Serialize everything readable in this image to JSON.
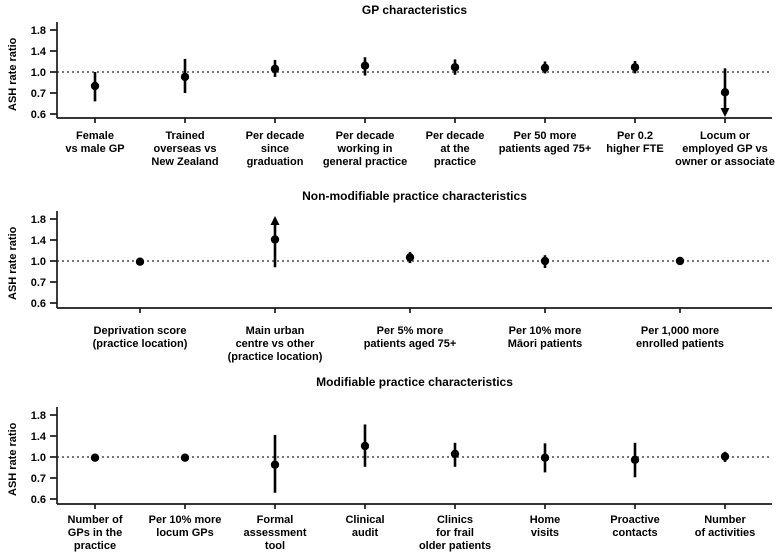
{
  "figure": {
    "colors": {
      "background": "#ffffff",
      "marker": "#000000",
      "axis": "#1a1a1a",
      "reference_line": "#4a4a4a",
      "text": "#000000"
    }
  },
  "chart_data": [
    {
      "type": "scatter",
      "subtype": "forest_plot",
      "title": "GP characteristics",
      "ylabel": "ASH rate ratio",
      "ylim": [
        0.6,
        1.8
      ],
      "ytick_values": [
        1.8,
        1.4,
        1.0,
        0.7,
        0.6
      ],
      "ytick_labels": [
        "1.8",
        "1.4",
        "1.0",
        "0.7",
        "0.6"
      ],
      "reference_line": 1.0,
      "grid": false,
      "points": [
        {
          "label_lines": [
            "Female",
            "vs male GP"
          ],
          "estimate": 0.8,
          "ci_low": 0.66,
          "ci_high": 1.0
        },
        {
          "label_lines": [
            "Trained",
            "overseas vs",
            "New Zealand"
          ],
          "estimate": 0.93,
          "ci_low": 0.7,
          "ci_high": 1.25
        },
        {
          "label_lines": [
            "Per decade",
            "since",
            "graduation"
          ],
          "estimate": 1.06,
          "ci_low": 0.93,
          "ci_high": 1.23
        },
        {
          "label_lines": [
            "Per decade",
            "working in",
            "general practice"
          ],
          "estimate": 1.12,
          "ci_low": 0.95,
          "ci_high": 1.28
        },
        {
          "label_lines": [
            "Per decade",
            "at the",
            "practice"
          ],
          "estimate": 1.09,
          "ci_low": 0.96,
          "ci_high": 1.24
        },
        {
          "label_lines": [
            "Per 50 more",
            "patients aged 75+"
          ],
          "estimate": 1.08,
          "ci_low": 0.98,
          "ci_high": 1.2
        },
        {
          "label_lines": [
            "Per 0.2",
            "higher FTE"
          ],
          "estimate": 1.09,
          "ci_low": 0.98,
          "ci_high": 1.21
        },
        {
          "label_lines": [
            "Locum or",
            "employed GP vs",
            "owner or associate"
          ],
          "estimate": 0.71,
          "ci_low": 0.6,
          "ci_low_truncated": true,
          "ci_high": 1.07
        }
      ]
    },
    {
      "type": "scatter",
      "subtype": "forest_plot",
      "title": "Non-modifiable practice characteristics",
      "ylabel": "ASH rate ratio",
      "ylim": [
        0.6,
        1.8
      ],
      "ytick_values": [
        1.8,
        1.4,
        1.0,
        0.7,
        0.6
      ],
      "ytick_labels": [
        "1.8",
        "1.4",
        "1.0",
        "0.7",
        "0.6"
      ],
      "reference_line": 1.0,
      "grid": false,
      "points": [
        {
          "label_lines": [
            "Deprivation score",
            "(practice location)"
          ],
          "estimate": 0.99,
          "ci_low": 0.97,
          "ci_high": 1.01
        },
        {
          "label_lines": [
            "Main urban",
            "centre vs other",
            "(practice location)"
          ],
          "estimate": 1.41,
          "ci_low": 0.91,
          "ci_high": 1.8,
          "ci_high_truncated": true
        },
        {
          "label_lines": [
            "Per 5% more",
            "patients aged 75+"
          ],
          "estimate": 1.07,
          "ci_low": 0.97,
          "ci_high": 1.17
        },
        {
          "label_lines": [
            "Per 10% more",
            "Māori patients"
          ],
          "estimate": 1.0,
          "ci_low": 0.9,
          "ci_high": 1.11
        },
        {
          "label_lines": [
            "Per 1,000 more",
            "enrolled patients"
          ],
          "estimate": 1.0,
          "ci_low": 0.99,
          "ci_high": 1.02
        }
      ]
    },
    {
      "type": "scatter",
      "subtype": "forest_plot",
      "title": "Modifiable practice characteristics",
      "ylabel": "ASH rate ratio",
      "ylim": [
        0.6,
        1.8
      ],
      "ytick_values": [
        1.8,
        1.4,
        1.0,
        0.7,
        0.6
      ],
      "ytick_labels": [
        "1.8",
        "1.4",
        "1.0",
        "0.7",
        "0.6"
      ],
      "reference_line": 1.0,
      "grid": false,
      "points": [
        {
          "label_lines": [
            "Number of",
            "GPs in the",
            "practice"
          ],
          "estimate": 0.99,
          "ci_low": 0.97,
          "ci_high": 1.01
        },
        {
          "label_lines": [
            "Per 10% more",
            "locum GPs"
          ],
          "estimate": 0.99,
          "ci_low": 0.94,
          "ci_high": 1.04
        },
        {
          "label_lines": [
            "Formal",
            "assessment",
            "tool"
          ],
          "estimate": 0.89,
          "ci_low": 0.63,
          "ci_high": 1.42
        },
        {
          "label_lines": [
            "Clinical",
            "audit"
          ],
          "estimate": 1.21,
          "ci_low": 0.86,
          "ci_high": 1.62
        },
        {
          "label_lines": [
            "Clinics",
            "for frail",
            "older patients"
          ],
          "estimate": 1.06,
          "ci_low": 0.86,
          "ci_high": 1.27
        },
        {
          "label_lines": [
            "Home",
            "visits"
          ],
          "estimate": 0.99,
          "ci_low": 0.78,
          "ci_high": 1.26
        },
        {
          "label_lines": [
            "Proactive",
            "contacts"
          ],
          "estimate": 0.96,
          "ci_low": 0.71,
          "ci_high": 1.27
        },
        {
          "label_lines": [
            "Number",
            "of activities"
          ],
          "estimate": 1.01,
          "ci_low": 0.93,
          "ci_high": 1.1
        }
      ]
    }
  ]
}
